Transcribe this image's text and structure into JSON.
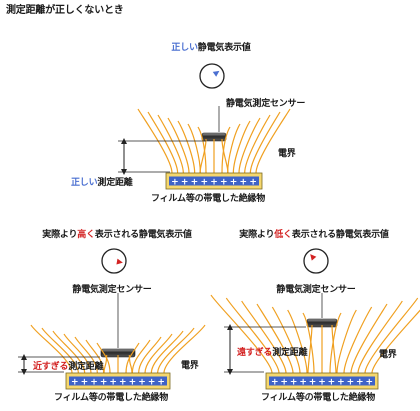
{
  "page": {
    "title": "測定距離が正しくないとき"
  },
  "top": {
    "reading_label_colored": "正しい",
    "reading_label_rest": "静電気表示値",
    "sensor_label": "静電気測定センサー",
    "field_label": "電界",
    "distance_label_colored": "正しい",
    "distance_label_rest": "測定距離",
    "film_label": "フィルム等の帯電した絶縁物"
  },
  "bottom_left": {
    "reading_label_prefix": "実際より",
    "reading_label_colored": "高く",
    "reading_label_rest": "表示される静電気表示値",
    "sensor_label": "静電気測定センサー",
    "field_label": "電界",
    "distance_label_colored": "近すぎる",
    "distance_label_rest": "測定距離",
    "film_label": "フィルム等の帯電した絶縁物"
  },
  "bottom_right": {
    "reading_label_prefix": "実際より",
    "reading_label_colored": "低く",
    "reading_label_rest": "表示される静電気表示値",
    "sensor_label": "静電気測定センサー",
    "field_label": "電界",
    "distance_label_colored": "遠すぎる",
    "distance_label_rest": "測定距離",
    "film_label": "フィルム等の帯電した絶縁物"
  },
  "charge_symbol": "+",
  "colors": {
    "accent_blue": "#4a6fd1",
    "accent_red": "#d32222",
    "field_line": "#f0a020",
    "film_fill": "#f5d76e",
    "film_strip": "#3f63c8"
  }
}
